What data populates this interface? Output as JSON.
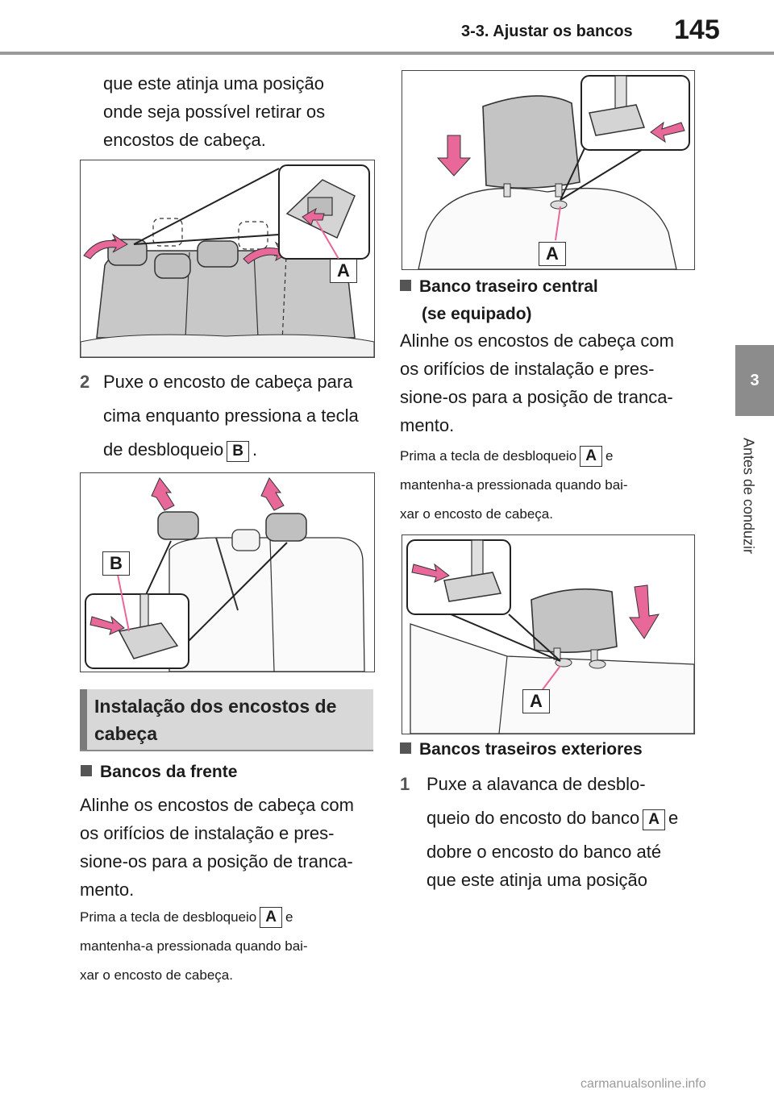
{
  "header": {
    "section_title": "3-3. Ajustar os bancos",
    "page_number": "145"
  },
  "side_tab": {
    "chapter_number": "3",
    "chapter_label": "Antes de conduzir"
  },
  "left_column": {
    "intro_text": [
      "que este atinja uma posição",
      "onde seja possível retirar os",
      "encostos de cabeça."
    ],
    "figure1_label": "A",
    "step2_number": "2",
    "step2_text_line1": "Puxe o encosto de cabeça para",
    "step2_text_line2": "cima enquanto pressiona a tecla",
    "step2_text_line3_before": "de desbloqueio",
    "step2_key": "B",
    "step2_text_line3_after": ".",
    "figure2_label": "B",
    "section_heading": "Instalação dos encostos de cabeça",
    "front_seats_heading": "Bancos da frente",
    "front_seats_text": [
      "Alinhe os encostos de cabeça com",
      "os orifícios de instalação e pres-",
      "sione-os para a posição de tranca-",
      "mento."
    ],
    "front_note_before": "Prima a tecla de desbloqueio",
    "front_note_key": "A",
    "front_note_after": "e",
    "front_note_line2": "mantenha-a pressionada quando bai-",
    "front_note_line3": "xar o encosto de cabeça."
  },
  "right_column": {
    "figure3_label": "A",
    "rear_center_heading_line1": "Banco traseiro central",
    "rear_center_heading_line2": "(se equipado)",
    "rear_center_text": [
      "Alinhe os encostos de cabeça com",
      "os orifícios de instalação e pres-",
      "sione-os para a posição de tranca-",
      "mento."
    ],
    "rear_note_before": "Prima a tecla de desbloqueio",
    "rear_note_key": "A",
    "rear_note_after": "e",
    "rear_note_line2": "mantenha-a pressionada quando bai-",
    "rear_note_line3": "xar o encosto de cabeça.",
    "figure4_label": "A",
    "rear_outer_heading": "Bancos traseiros exteriores",
    "step1_number": "1",
    "step1_line1": "Puxe a alavanca de desblo-",
    "step1_line2_before": "queio do encosto do banco",
    "step1_key": "A",
    "step1_line2_after": "e",
    "step1_line3": "dobre o encosto do banco até",
    "step1_line4": "que este atinja uma posição"
  },
  "footer": {
    "watermark": "carmanualsonline.info"
  },
  "colors": {
    "arrow_pink": "#e8689a",
    "seat_gray": "#c8c8c8",
    "tab_gray": "#8c8c8c"
  }
}
